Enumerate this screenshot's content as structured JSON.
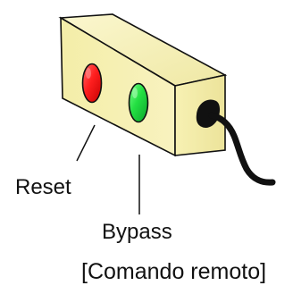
{
  "labels": {
    "reset": "Reset",
    "bypass": "Bypass",
    "caption": "[Comando remoto]"
  },
  "colors": {
    "box_face": "#f6f1b4",
    "outline": "#111111",
    "reset_button": "#ff1a1a",
    "bypass_button": "#22d845",
    "cable": "#111111"
  },
  "icons": {
    "device": "remote-control-box",
    "reset_button": "red-button",
    "bypass_button": "green-button",
    "cable": "cable"
  }
}
